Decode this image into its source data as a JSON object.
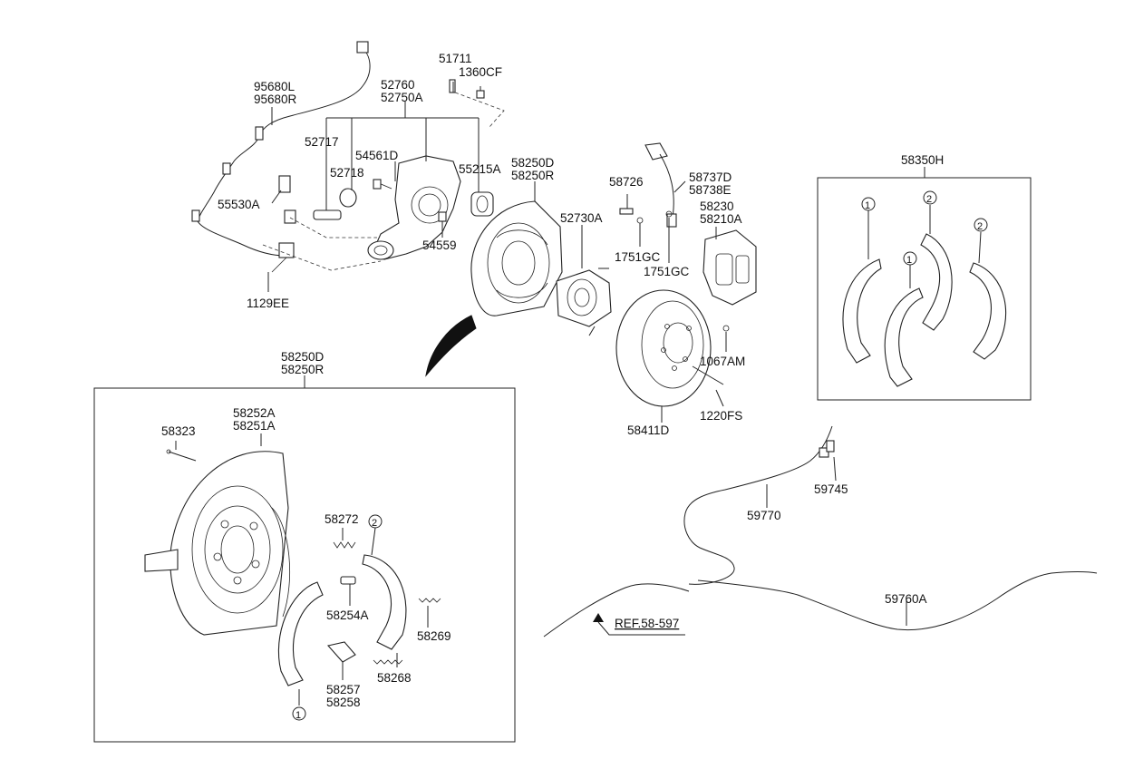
{
  "labels": {
    "p95680": [
      "95680L",
      "95680R"
    ],
    "p52760": [
      "52760",
      "52750A"
    ],
    "p51711": "51711",
    "p1360CF": "1360CF",
    "p52717": "52717",
    "p54561D": "54561D",
    "p52718": "52718",
    "p55215A": "55215A",
    "p55530A": "55530A",
    "p54559": "54559",
    "p1129EE": "1129EE",
    "p58250top": [
      "58250D",
      "58250R"
    ],
    "p52730A": "52730A",
    "p58726": "58726",
    "p58737D": [
      "58737D",
      "58738E"
    ],
    "p58230": [
      "58230",
      "58210A"
    ],
    "p1751GC_a": "1751GC",
    "p1751GC_b": "1751GC",
    "p1067AM": "1067AM",
    "p1220FS": "1220FS",
    "p58411D": "58411D",
    "p58350H": "58350H",
    "p58250box": [
      "58250D",
      "58250R"
    ],
    "p58252A": [
      "58252A",
      "58251A"
    ],
    "p58323": "58323",
    "p58272": "58272",
    "p58254A": "58254A",
    "p58269": "58269",
    "p58268": "58268",
    "p58257": [
      "58257",
      "58258"
    ],
    "p59745": "59745",
    "p59770": "59770",
    "p59760A": "59760A",
    "ref": "REF.58-597"
  },
  "callouts": {
    "c1_box": "1",
    "c2_box": "2",
    "c1_a": "1",
    "c1_b": "1",
    "c2_a": "2",
    "c2_b": "2"
  }
}
